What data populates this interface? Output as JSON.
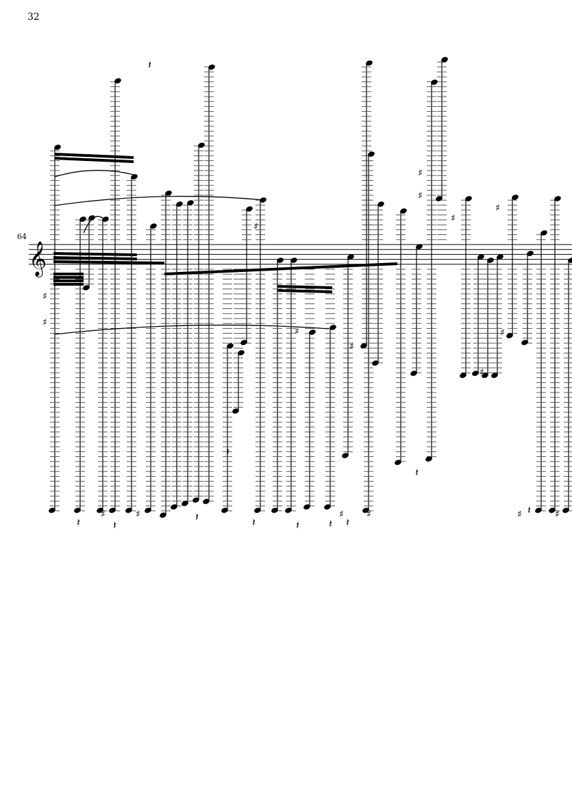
{
  "page": {
    "number": "32"
  },
  "system": {
    "measure_number": "64",
    "clef": "treble-clef"
  },
  "colors": {
    "ink": "#000000",
    "paper": "#ffffff"
  }
}
